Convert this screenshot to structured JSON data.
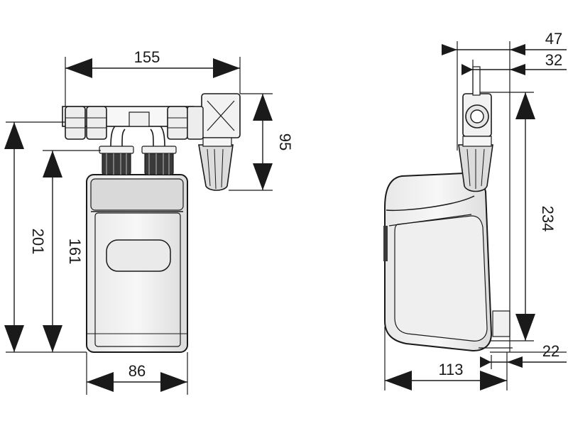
{
  "drawing": {
    "line_color": "#1a1a1a",
    "fill_light": "#f4f4f4",
    "fill_dark": "#3a3a3a",
    "front_view": {
      "dimensions": {
        "width_top": "155",
        "fitting_height": "95",
        "total_height": "201",
        "body_height": "161",
        "body_width": "86"
      }
    },
    "side_view": {
      "dimensions": {
        "offset_outer": "47",
        "offset_inner": "32",
        "total_height": "234",
        "bottom_offset": "22",
        "depth": "113"
      }
    }
  }
}
